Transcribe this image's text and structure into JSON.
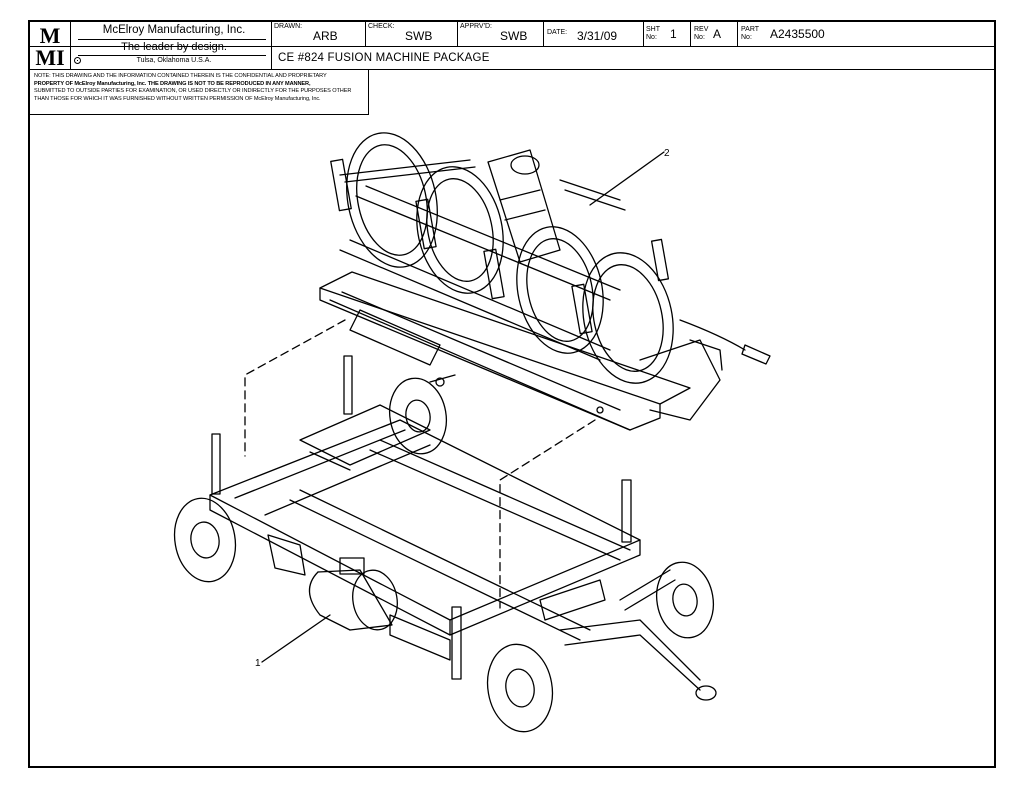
{
  "company": {
    "logo": "MMI",
    "name": "McElroy Manufacturing, Inc.",
    "tagline": "The leader by design.",
    "location": "Tulsa, Oklahoma U.S.A."
  },
  "title_block": {
    "drawn_label": "DRAWN:",
    "drawn_value": "ARB",
    "check_label": "CHECK:",
    "check_value": "SWB",
    "apprvd_label": "APPRV'D:",
    "apprvd_value": "SWB",
    "date_label": "DATE:",
    "date_value": "3/31/09",
    "sht_label_1": "SHT",
    "sht_label_2": "No:",
    "sht_value": "1",
    "rev_label_1": "REV",
    "rev_label_2": "No:",
    "rev_value": "A",
    "part_label_1": "PART",
    "part_label_2": "No:",
    "part_value": "A2435500",
    "title": "CE #824 FUSION MACHINE PACKAGE"
  },
  "note": {
    "line1": "NOTE: THIS DRAWING AND THE INFORMATION CONTAINED THEREIN IS THE CONFIDENTIAL AND PROPRIETARY",
    "line2": "PROPERTY OF McElroy Manufacturing, Inc. THE DRAWING IS NOT TO BE REPRODUCED IN ANY MANNER,",
    "line3": "SUBMITTED TO OUTSIDE PARTIES FOR EXAMINATION, OR USED DIRECTLY OR INDIRECTLY FOR THE PURPOSES OTHER",
    "line4": "THAN THOSE FOR WHICH IT WAS FURNISHED WITHOUT WRITTEN PERMISSION OF McElroy Manufacturing, Inc."
  },
  "callouts": {
    "item1": "1",
    "item2": "2"
  }
}
